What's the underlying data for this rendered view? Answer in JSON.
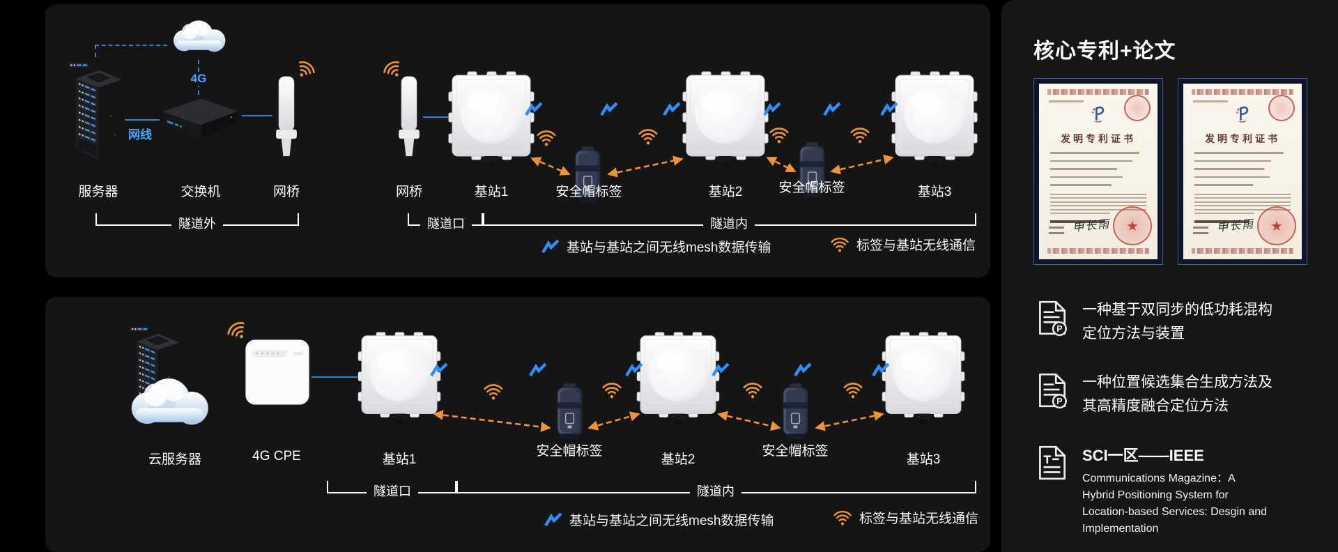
{
  "colors": {
    "page_background": "#000000",
    "panel_background": "#151515",
    "accent_blue": "#2f8ef7",
    "accent_orange": "#ee9434",
    "line_blue": "#2e7fd6",
    "label_blue": "#46a3ff"
  },
  "top_diagram": {
    "device_labels": {
      "server": "服务器",
      "switch": "交换机",
      "bridge_outside": "网桥",
      "bridge_tunnel": "网桥",
      "base1": "基站1",
      "tag1": "安全帽标签",
      "base2": "基站2",
      "tag2": "安全帽标签",
      "base3": "基站3"
    },
    "annotations": {
      "cable": "网线",
      "network_4g": "4G"
    },
    "zones": {
      "outside": "隧道外",
      "portal": "隧道口",
      "inside": "隧道内"
    },
    "legend": {
      "mesh": "基站与基站之间无线mesh数据传输",
      "tag_comm": "标签与基站无线通信"
    }
  },
  "bottom_diagram": {
    "device_labels": {
      "cloud_server": "云服务器",
      "cpe": "4G CPE",
      "base1": "基站1",
      "tag1": "安全帽标签",
      "base2": "基站2",
      "tag2": "安全帽标签",
      "base3": "基站3"
    },
    "zones": {
      "portal": "隧道口",
      "inside": "隧道内"
    },
    "legend": {
      "mesh": "基站与基站之间无线mesh数据传输",
      "tag_comm": "标签与基站无线通信"
    }
  },
  "sidebar": {
    "title": "核心专利+论文",
    "certificates": [
      {
        "title": "发明专利证书",
        "signature": "申长雨"
      },
      {
        "title": "发明专利证书",
        "signature": "申长雨"
      }
    ],
    "patents": [
      {
        "text": "一种基于双同步的低功耗混构\n定位方法与装置"
      },
      {
        "text": "一种位置候选集合生成方法及\n其高精度融合定位方法"
      }
    ],
    "paper": {
      "heading": "SCI一区——IEEE",
      "text": "Communications Magazine：A\nHybrid Positioning System for\nLocation-based Services: Desgin and\nImplementation"
    }
  }
}
